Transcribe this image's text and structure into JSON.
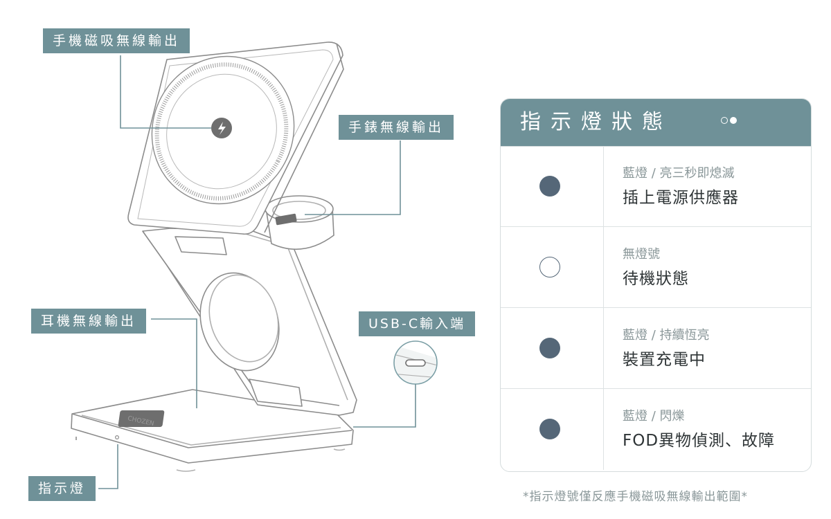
{
  "callouts": {
    "phone_magnetic": "手機磁吸無線輸出",
    "watch_wireless": "手錶無線輸出",
    "earbuds_wireless": "耳機無線輸出",
    "usb_c_input": "USB-C輸入端",
    "indicator_light": "指示燈"
  },
  "device": {
    "brand": "CHOZEN"
  },
  "status_panel": {
    "title": "指示燈狀態",
    "icon": "light-state-dots-icon",
    "rows": [
      {
        "light": "filled",
        "sub": "藍燈 / 亮三秒即熄滅",
        "main": "插上電源供應器"
      },
      {
        "light": "empty",
        "sub": "無燈號",
        "main": "待機狀態"
      },
      {
        "light": "filled",
        "sub": "藍燈 / 持續恆亮",
        "main": "裝置充電中"
      },
      {
        "light": "filled",
        "sub": "藍燈 / 閃爍",
        "main": "FOD異物偵測、故障"
      }
    ]
  },
  "footnote": "*指示燈號僅反應手機磁吸無線輸出範圍*",
  "colors": {
    "accent": "#6f9198",
    "indicator_blue": "#556778",
    "line_gray": "#8c8c8c",
    "text_dark": "#2e3436",
    "text_muted": "#8a9799"
  }
}
